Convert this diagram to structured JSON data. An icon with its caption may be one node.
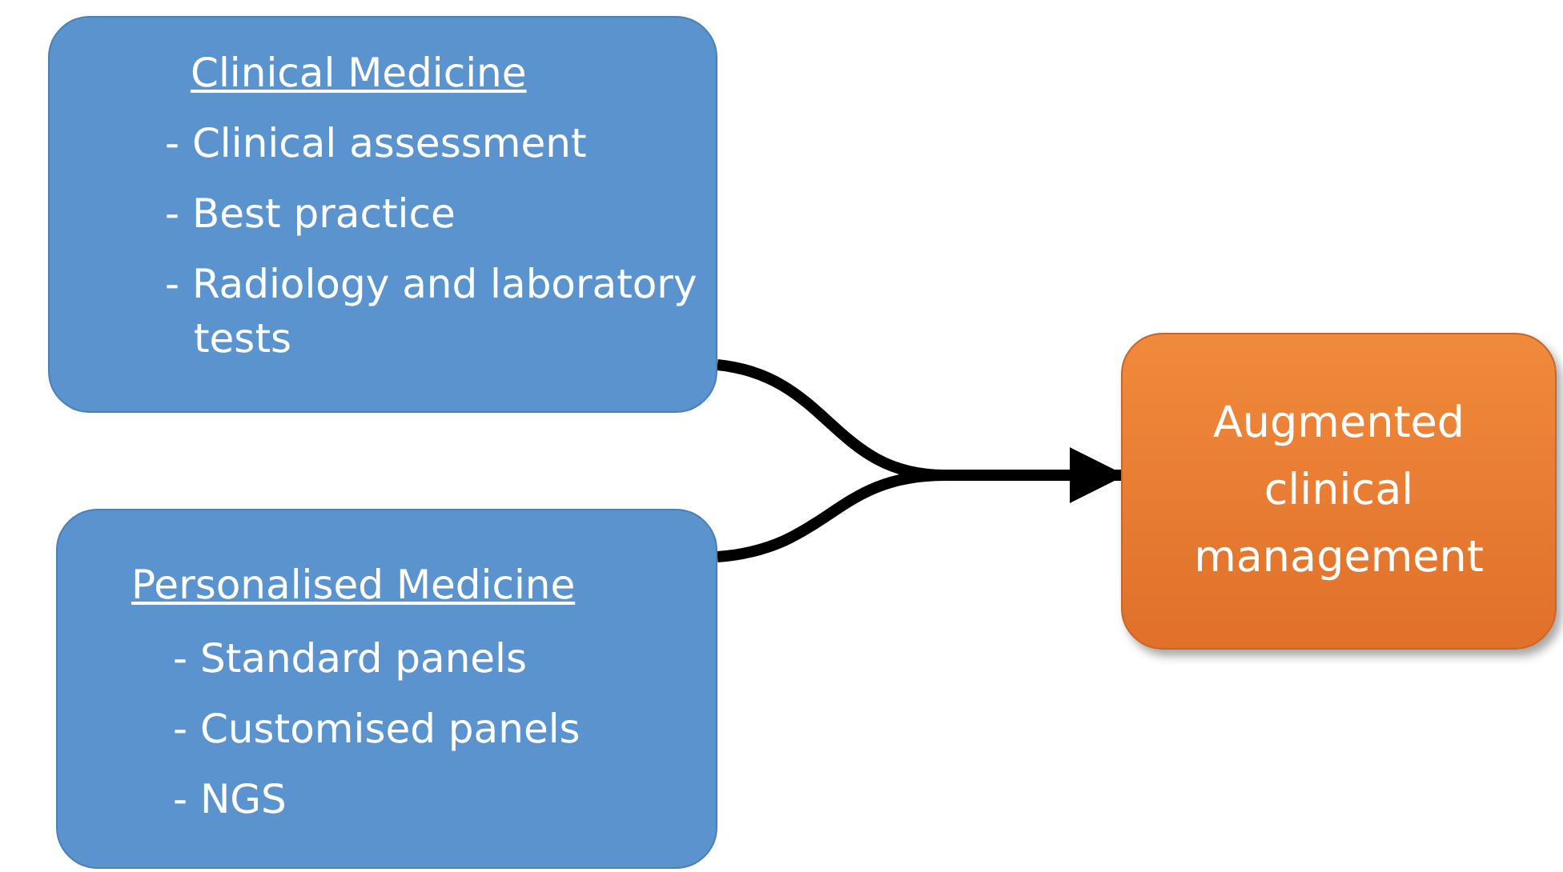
{
  "diagram": {
    "nodes": [
      {
        "text": [
          "Clinical Medicine",
          "- Clinical assessment",
          "- Best practice",
          "- Radiology and laboratory tests"
        ]
      },
      {
        "text": [
          "Personalised Medicine",
          "- Standard panels",
          "- Customised panels",
          "- NGS"
        ]
      },
      {
        "text": [
          "Augmented clinical management"
        ]
      }
    ],
    "edges": [
      {
        "from": 0,
        "to": 2,
        "arrow": "to"
      },
      {
        "from": 1,
        "to": 2,
        "arrow": "to"
      }
    ]
  }
}
